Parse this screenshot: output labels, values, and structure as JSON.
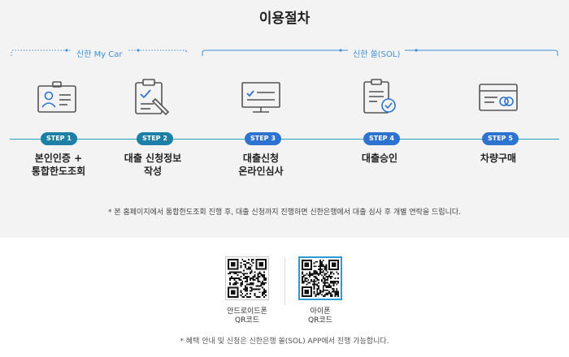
{
  "title": "이용절차",
  "groups": {
    "mycar": "신한 My Car",
    "sol": "신한 쏠(SOL)"
  },
  "steps": [
    {
      "badge": "STEP 1",
      "line1": "본인인증 +",
      "line2": "통합한도조회",
      "icon": "id-card-icon"
    },
    {
      "badge": "STEP 2",
      "line1": "대출 신청정보",
      "line2": "작성",
      "icon": "clipboard-pen-icon"
    },
    {
      "badge": "STEP 3",
      "line1": "대출신청",
      "line2": "온라인심사",
      "icon": "monitor-check-icon"
    },
    {
      "badge": "STEP 4",
      "line1": "대출승인",
      "line2": "",
      "icon": "document-approved-icon"
    },
    {
      "badge": "STEP 5",
      "line1": "차량구매",
      "line2": "",
      "icon": "card-payment-icon"
    }
  ],
  "note1": "* 본 홈페이지에서 통합한도조회 진행 후, 대출 신청까지 진행하면 신한은행에서 대출 심사 후 개별 연락을 드립니다.",
  "qr": {
    "android_line1": "안드로이드폰",
    "android_line2": "QR코드",
    "ios_line1": "아이폰",
    "ios_line2": "QR코드"
  },
  "note2": "* 혜택 안내 및 신청은 신한은행 쏠(SOL) APP에서 진행 가능합니다.",
  "colors": {
    "accent": "#3f8fd6",
    "badge": "#1d7fa6",
    "badge_active": "#2e73cf",
    "line": "#2aa3c2",
    "icon": "#555555"
  }
}
